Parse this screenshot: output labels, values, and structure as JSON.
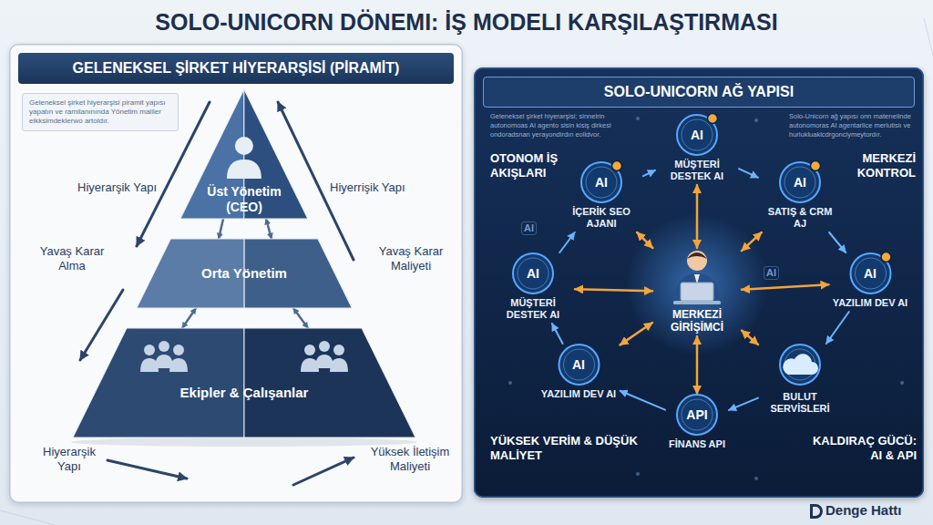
{
  "diagram": {
    "title": "SOLO-UNICORN DÖNEMI: İŞ MODELI KARŞILAŞTIRMASI",
    "nodes": [
      {
        "text": [
          "GELENEKSEL ŞİRKET HİYERARŞİSİ (PİRAMİT)"
        ]
      },
      {
        "text": [
          "Geleneksel şirket hiyerarşisi piramit yapısı yapatın ve ramilanınında Yönetim maliler eikksimdeklerwo artoldır."
        ],
        "in": 0
      },
      {
        "text": [
          "Üst Yönetim (CEO)"
        ],
        "in": 0
      },
      {
        "text": [
          "Orta Yönetim"
        ],
        "in": 0
      },
      {
        "text": [
          "Ekipler & Çalışanlar"
        ],
        "in": 0
      },
      {
        "text": [
          "SOLO-UNICORN AĞ YAPISI"
        ]
      },
      {
        "text": [
          "AI",
          "MÜŞTERİ DESTEK AI"
        ],
        "in": 5
      },
      {
        "text": [
          "AI",
          "İÇERİK SEO AJANI"
        ],
        "in": 5
      },
      {
        "text": [
          "AI",
          "SATIŞ & CRM AJ"
        ],
        "in": 5
      },
      {
        "text": [
          "AI",
          "MÜŞTERİ DESTEK AI"
        ],
        "in": 5
      },
      {
        "text": [
          "MERKEZİ GİRİŞİMCİ"
        ],
        "in": 5
      },
      {
        "text": [
          "AI",
          "YAZILIM DEV AI"
        ],
        "in": 5
      },
      {
        "text": [
          "AI",
          "YAZILIM DEV AI"
        ],
        "in": 5
      },
      {
        "text": [
          "BULUT SERVİSLERİ"
        ],
        "in": 5
      },
      {
        "text": [
          "API",
          "FİNANS API"
        ],
        "in": 5
      }
    ],
    "edges": [
      {
        "from": 2,
        "to": 3,
        "arrow": "to"
      },
      {
        "from": 2,
        "to": 3,
        "arrow": "both"
      },
      {
        "from": 3,
        "to": 4,
        "arrow": "both"
      },
      {
        "from": 3,
        "to": 4,
        "arrow": "both"
      },
      {
        "from": 10,
        "to": 6,
        "arrow": "both"
      },
      {
        "from": 10,
        "to": 7,
        "arrow": "both"
      },
      {
        "from": 10,
        "to": 8,
        "arrow": "both"
      },
      {
        "from": 10,
        "to": 9,
        "arrow": "both"
      },
      {
        "from": 10,
        "to": 11,
        "arrow": "both"
      },
      {
        "from": 10,
        "to": 12,
        "arrow": "both"
      },
      {
        "from": 10,
        "to": 13,
        "arrow": "both"
      },
      {
        "from": 10,
        "to": 14,
        "arrow": "both"
      },
      {
        "from": 6,
        "to": 8,
        "arrow": "to"
      },
      {
        "from": 8,
        "to": 11,
        "arrow": "to"
      },
      {
        "from": 11,
        "to": 13,
        "arrow": "to"
      },
      {
        "from": 13,
        "to": 14,
        "arrow": "to"
      },
      {
        "from": 14,
        "to": 12,
        "arrow": "to"
      },
      {
        "from": 12,
        "to": 9,
        "arrow": "to"
      },
      {
        "from": 9,
        "to": 7,
        "arrow": "to"
      },
      {
        "from": 7,
        "to": 6,
        "arrow": "to"
      }
    ],
    "labels": [
      "Hiyerarşik Yapı",
      "Hiyerrişik Yapı",
      "Yavaş Karar Alma",
      "Yavaş Karar Maliyeti",
      "Hiyerarşik Yapı",
      "Yüksek İletişim Maliyeti",
      "Geleneksel şirket hiyerarşisi; sinnelrin autonomoas AI agento sisin kisiş dirkesi ondoradsnan yerayondirdın eolidvor.",
      "Solo-Unicorn ağ yapısı onn materıelinde autonomoras AI agentarlice merlutisiı ve hurlukluaklcdrgonciymeytordır.",
      "OTONOM İŞ AKIŞLARI",
      "MERKEZİ KONTROL",
      "YÜKSEK VERİM & DÜŞÜK MALİYET",
      "KALDIRAÇ GÜCÜ: AI & API",
      "AI",
      "AI",
      "Denge Hattı"
    ]
  }
}
